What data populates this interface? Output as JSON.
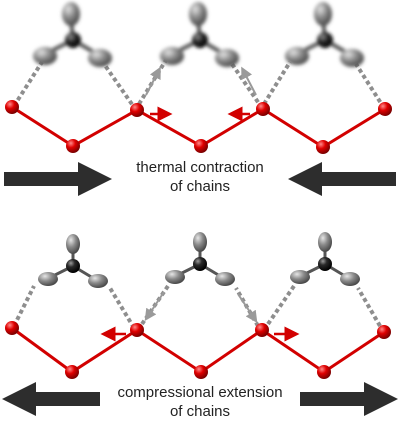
{
  "panels": [
    {
      "id": "contraction",
      "caption_line1": "thermal contraction",
      "caption_line2": "of chains",
      "outer_arrows": "inward"
    },
    {
      "id": "extension",
      "caption_line1": "compressional extension",
      "caption_line2": "of chains",
      "outer_arrows": "outward"
    }
  ],
  "colors": {
    "chain": "#d20000",
    "hydrogen_bond": "#9a9a9a",
    "big_arrow": "#2d2d2d",
    "methyl_carbon": "#1a1a1a",
    "methyl_hydrogen": "#8a8a8a"
  }
}
